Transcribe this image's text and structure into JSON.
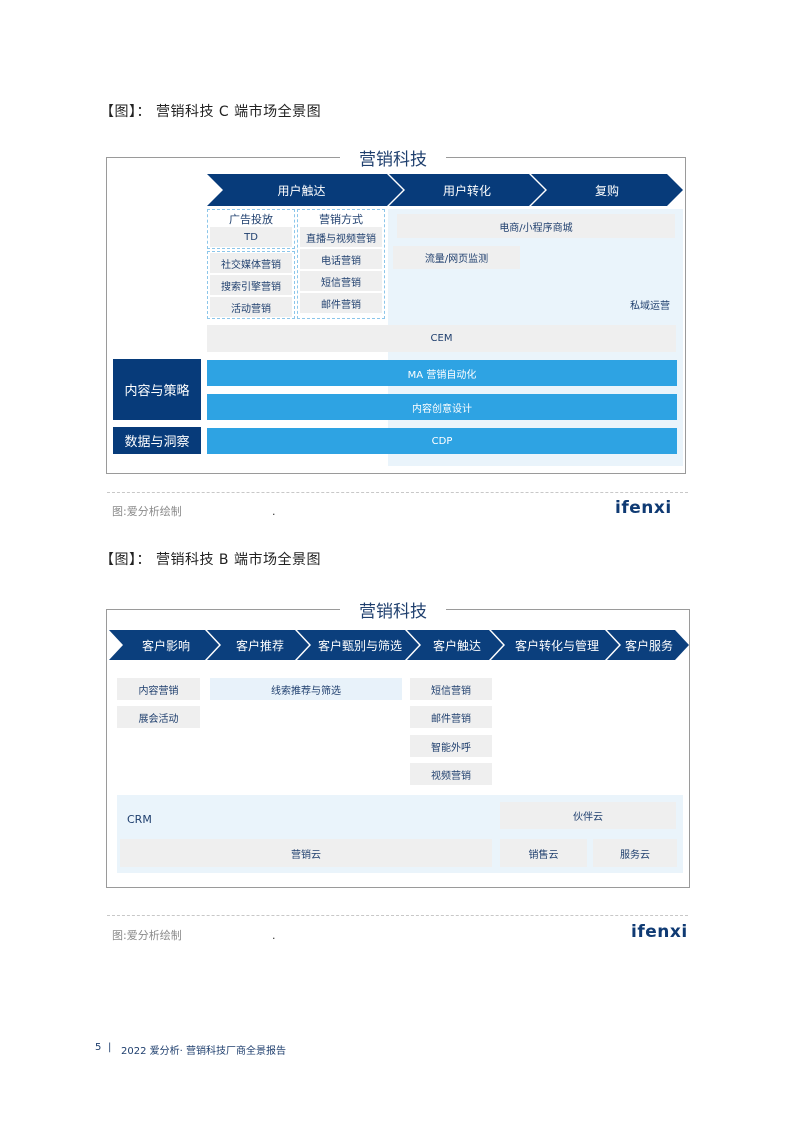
{
  "figure_c": {
    "caption": "【图】： 营销科技 C 端市场全景图",
    "title": "营销科技",
    "stages": [
      "用户触达",
      "用户转化",
      "复购"
    ],
    "ad_delivery": {
      "header": "广告投放",
      "items": [
        "TD",
        "社交媒体营销",
        "搜索引擎营销",
        "活动营销"
      ]
    },
    "marketing_methods": {
      "header": "营销方式",
      "items": [
        "直播与视频营销",
        "电话营销",
        "短信营销",
        "邮件营销"
      ]
    },
    "ecommerce": "电商/小程序商城",
    "traffic_monitor": "流量/网页监测",
    "private_domain": "私域运营",
    "cem": "CEM",
    "left_labels": [
      "内容与策略",
      "数据与洞察"
    ],
    "bars": [
      "MA 营销自动化",
      "内容创意设计",
      "CDP"
    ],
    "source": "图:爱分析绘制",
    "dot": ".",
    "logo": "ifenxi"
  },
  "figure_b": {
    "caption": "【图】： 营销科技 B 端市场全景图",
    "title": "营销科技",
    "stages": [
      "客户影响",
      "客户推荐",
      "客户甄别与筛选",
      "客户触达",
      "客户转化与管理",
      "客户服务"
    ],
    "influence_items": [
      "内容营销",
      "展会活动"
    ],
    "lead_screening": "线索推荐与筛选",
    "reach_items": [
      "短信营销",
      "邮件营销",
      "智能外呼",
      "视频营销"
    ],
    "crm": "CRM",
    "partner_cloud": "伙伴云",
    "marketing_cloud": "营销云",
    "sales_cloud": "销售云",
    "service_cloud": "服务云",
    "source": "图:爱分析绘制",
    "dot": ".",
    "logo": "ifenxi"
  },
  "footer": {
    "page": "5",
    "separator": "|",
    "text": "2022 爱分析· 营销科技厂商全景报告"
  },
  "colors": {
    "navy": "#073b7a",
    "bright_blue": "#2ea3e3",
    "light_bg": "#eaf4fb",
    "gray_box": "#efefef"
  }
}
